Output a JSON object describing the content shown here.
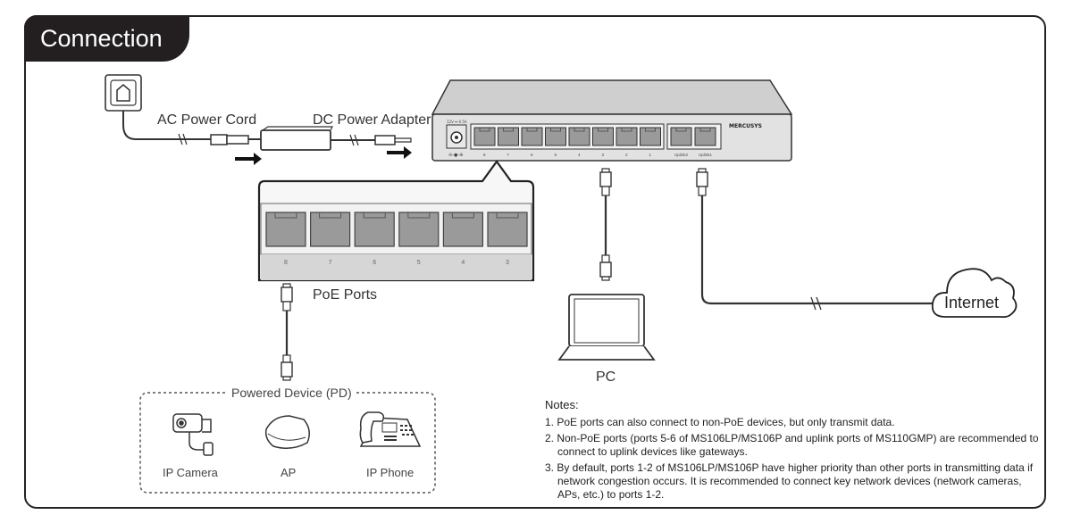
{
  "title": "Connection",
  "labels": {
    "ac_power_cord": "AC Power Cord",
    "dc_power_adapter": "DC Power Adapter",
    "poe_ports": "PoE Ports",
    "pc": "PC",
    "internet": "Internet",
    "powered_device": "Powered Device (PD)",
    "brand": "MERCUSYS"
  },
  "devices": [
    {
      "label": "IP Camera",
      "icon": "ip-camera-icon"
    },
    {
      "label": "AP",
      "icon": "access-point-icon"
    },
    {
      "label": "IP Phone",
      "icon": "ip-phone-icon"
    }
  ],
  "zoom_port_numbers": [
    "8",
    "7",
    "6",
    "5",
    "4",
    "3"
  ],
  "switch_port_numbers": [
    "8",
    "7",
    "6",
    "5",
    "4",
    "3",
    "2",
    "1",
    "Uplink2",
    "Uplink1"
  ],
  "notes": {
    "heading": "Notes:",
    "items": [
      "1. PoE ports can also connect to non-PoE devices, but only transmit data.",
      "2. Non-PoE ports (ports 5-6 of MS106LP/MS106P and uplink ports of MS110GMP) are recommended to connect to uplink devices like gateways.",
      "3. By default, ports 1-2 of MS106LP/MS106P have higher priority than other ports in transmitting data if network congestion occurs. It is recommended to connect key network devices (network cameras, APs, etc.) to ports 1-2."
    ]
  },
  "colors": {
    "tab_background": "#231f20",
    "line": "#333333",
    "port_fill": "#9a9a9a"
  }
}
